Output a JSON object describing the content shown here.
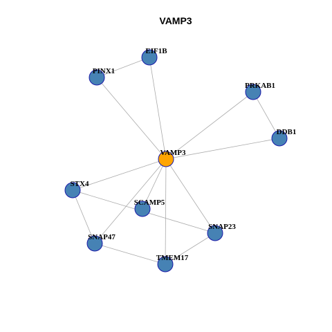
{
  "graph": {
    "title": "VAMP3",
    "colors": {
      "center_node": "#FFA500",
      "node": "#4682B4",
      "node_border": "#1A1AA8",
      "edge": "#AAAAAA"
    },
    "nodes": [
      {
        "id": "VAMP3",
        "label": "VAMP3",
        "center": true
      },
      {
        "id": "EIF1B",
        "label": "EIF1B"
      },
      {
        "id": "PINX1",
        "label": "PINX1"
      },
      {
        "id": "PRKAB1",
        "label": "PRKAB1"
      },
      {
        "id": "DDB1",
        "label": "DDB1"
      },
      {
        "id": "STX4",
        "label": "STX4"
      },
      {
        "id": "SCAMP5",
        "label": "SCAMP5"
      },
      {
        "id": "SNAP23",
        "label": "SNAP23"
      },
      {
        "id": "SNAP47",
        "label": "SNAP47"
      },
      {
        "id": "TMEM17",
        "label": "TMEM17"
      }
    ],
    "edges": [
      [
        "VAMP3",
        "EIF1B"
      ],
      [
        "VAMP3",
        "PINX1"
      ],
      [
        "VAMP3",
        "PRKAB1"
      ],
      [
        "VAMP3",
        "DDB1"
      ],
      [
        "VAMP3",
        "STX4"
      ],
      [
        "VAMP3",
        "SCAMP5"
      ],
      [
        "VAMP3",
        "SNAP23"
      ],
      [
        "VAMP3",
        "SNAP47"
      ],
      [
        "VAMP3",
        "TMEM17"
      ],
      [
        "PINX1",
        "EIF1B"
      ],
      [
        "PRKAB1",
        "DDB1"
      ],
      [
        "STX4",
        "SNAP23"
      ],
      [
        "STX4",
        "SNAP47"
      ],
      [
        "SNAP47",
        "TMEM17"
      ],
      [
        "TMEM17",
        "SNAP23"
      ]
    ]
  }
}
